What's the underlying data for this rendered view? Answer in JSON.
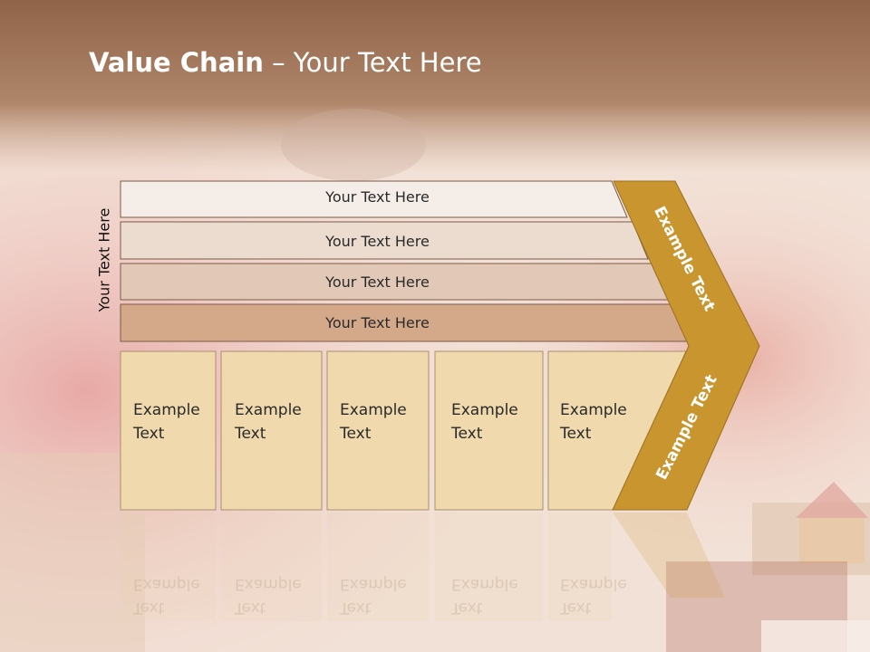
{
  "slide": {
    "title_bold": "Value Chain",
    "title_rest": " – Your Text Here",
    "side_label": "Your Text Here"
  },
  "rows": [
    {
      "label": "Your Text Here",
      "fill": "#f5eee8"
    },
    {
      "label": "Your Text Here",
      "fill": "#ecdcd0"
    },
    {
      "label": "Your Text Here",
      "fill": "#e2c8b6"
    },
    {
      "label": "Your Text Here",
      "fill": "#d4a98a"
    }
  ],
  "boxes": [
    {
      "line1": "Example",
      "line2": "Text"
    },
    {
      "line1": "Example",
      "line2": "Text"
    },
    {
      "line1": "Example",
      "line2": "Text"
    },
    {
      "line1": "Example",
      "line2": "Text"
    },
    {
      "line1": "Example",
      "line2": "Text"
    }
  ],
  "chevron": {
    "upper_label": "Example Text",
    "lower_label": "Example Text",
    "fill": "#c8952e"
  },
  "colors": {
    "box_fill": "#efd9ad",
    "header_band": "#a8775a"
  }
}
